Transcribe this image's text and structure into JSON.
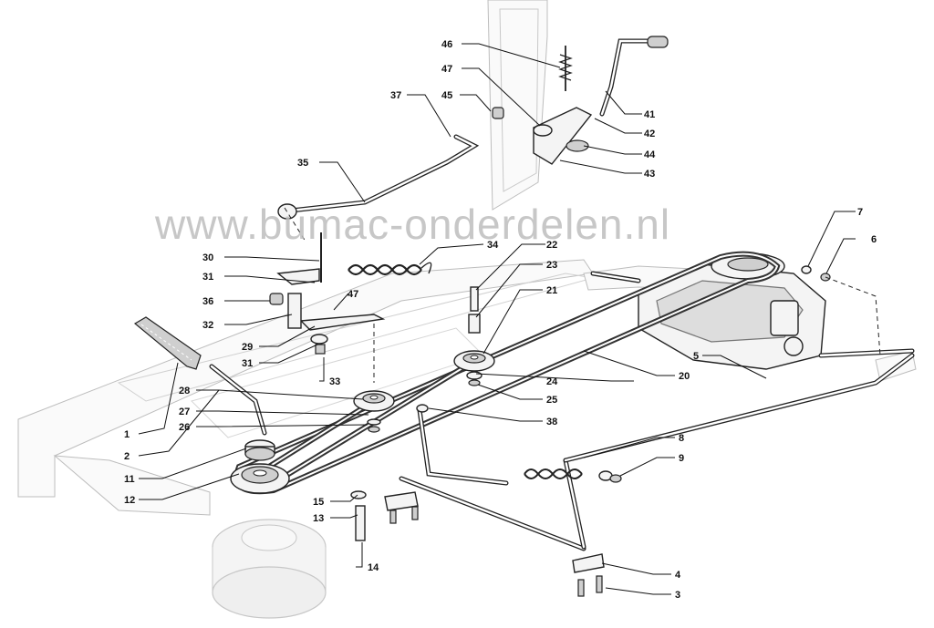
{
  "watermark": "www.bumac-onderdelen.nl",
  "callouts": {
    "c1": "1",
    "c2": "2",
    "c3": "3",
    "c4": "4",
    "c5": "5",
    "c6": "6",
    "c7": "7",
    "c8": "8",
    "c9": "9",
    "c11": "11",
    "c12": "12",
    "c13": "13",
    "c14": "14",
    "c15": "15",
    "c20": "20",
    "c21": "21",
    "c22": "22",
    "c23": "23",
    "c24": "24",
    "c25": "25",
    "c26": "26",
    "c27": "27",
    "c28": "28",
    "c29": "29",
    "c30": "30",
    "c31a": "31",
    "c31b": "31",
    "c32": "32",
    "c33": "33",
    "c34": "34",
    "c35": "35",
    "c36": "36",
    "c37": "37",
    "c38": "38",
    "c41": "41",
    "c42": "42",
    "c43": "43",
    "c44": "44",
    "c45": "45",
    "c46": "46",
    "c47a": "47",
    "c47b": "47"
  }
}
